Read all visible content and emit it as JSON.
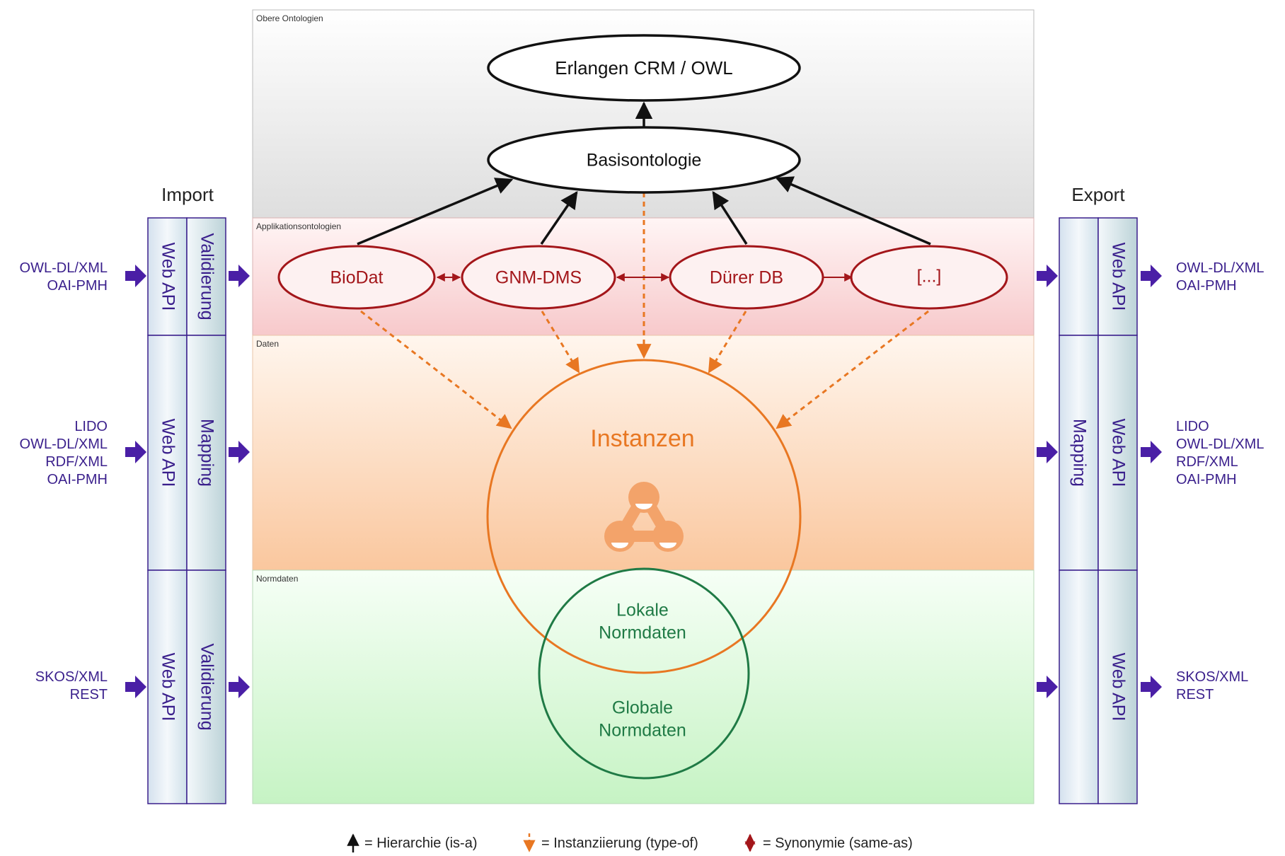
{
  "layers": {
    "upper": "Obere Ontologien",
    "application": "Applikationsontologien",
    "data": "Daten",
    "authority": "Normdaten"
  },
  "nodes": {
    "erlangen_crm": "Erlangen CRM / OWL",
    "basisontologie": "Basisontologie",
    "biodat": "BioDat",
    "gnm_dms": "GNM-DMS",
    "duerer_db": "Dürer DB",
    "ellipsis": "[...]",
    "instanzen": "Instanzen",
    "lokale_normdaten_1": "Lokale",
    "lokale_normdaten_2": "Normdaten",
    "globale_normdaten_1": "Globale",
    "globale_normdaten_2": "Normdaten"
  },
  "import": {
    "title": "Import",
    "rows": [
      {
        "api": "Web API",
        "process": "Validierung",
        "formats": [
          "OWL-DL/XML",
          "OAI-PMH"
        ]
      },
      {
        "api": "Web API",
        "process": "Mapping",
        "formats": [
          "LIDO",
          "OWL-DL/XML",
          "RDF/XML",
          "OAI-PMH"
        ]
      },
      {
        "api": "Web API",
        "process": "Validierung",
        "formats": [
          "SKOS/XML",
          "REST"
        ]
      }
    ]
  },
  "export": {
    "title": "Export",
    "rows": [
      {
        "process": "",
        "api": "Web API",
        "formats": [
          "OWL-DL/XML",
          "OAI-PMH"
        ]
      },
      {
        "process": "Mapping",
        "api": "Web API",
        "formats": [
          "LIDO",
          "OWL-DL/XML",
          "RDF/XML",
          "OAI-PMH"
        ]
      },
      {
        "process": "",
        "api": "Web API",
        "formats": [
          "SKOS/XML",
          "REST"
        ]
      }
    ]
  },
  "legend": {
    "hierarchy": "= Hierarchie (is-a)",
    "instantiation": "= Instanziierung (type-of)",
    "synonymy": "= Synonymie (same-as)"
  },
  "colors": {
    "ontology_dark": "#111111",
    "application_red": "#a3161a",
    "instance_orange": "#e87722",
    "authority_green": "#1f7a45",
    "interface_purple": "#3a1f8c"
  }
}
